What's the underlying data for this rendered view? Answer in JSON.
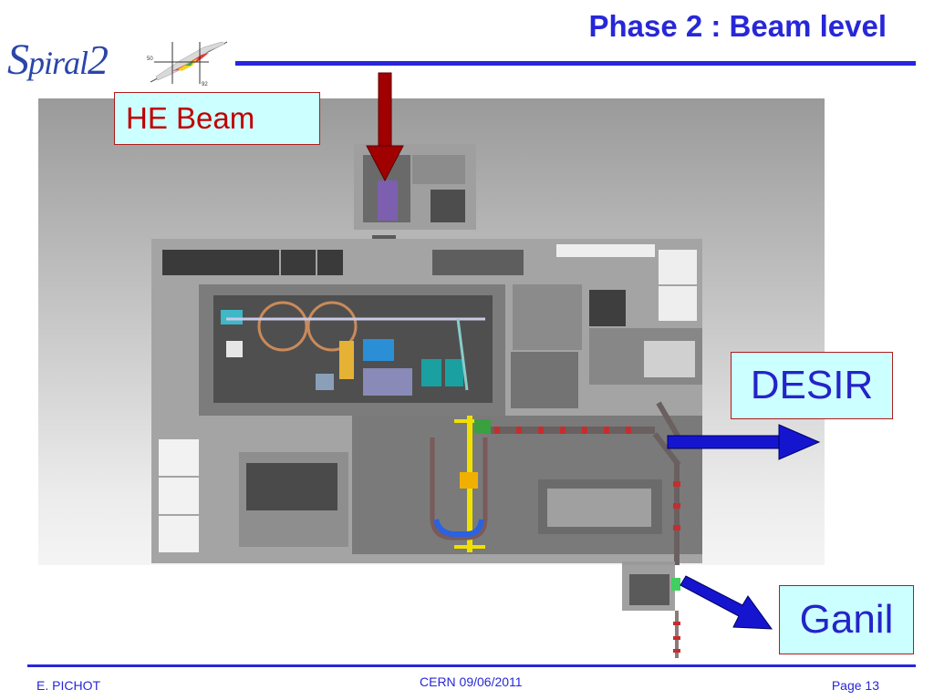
{
  "slide": {
    "title": "Phase 2 : Beam level"
  },
  "logo": {
    "s": "S",
    "piral": "piral",
    "two": "2",
    "axis_labels": [
      "50",
      "92"
    ]
  },
  "callouts": {
    "he_beam": "HE Beam",
    "desir": "DESIR",
    "ganil": "Ganil"
  },
  "colors": {
    "title_blue": "#2727d9",
    "beam_arrow_red": "#a00000",
    "beam_arrow_blue": "#1515d0",
    "callout_fill": "#ccffff",
    "callout_border": "#b01c1c"
  },
  "footer": {
    "author": "E. PICHOT",
    "event": "CERN 09/06/2011",
    "page": "Page 13"
  }
}
